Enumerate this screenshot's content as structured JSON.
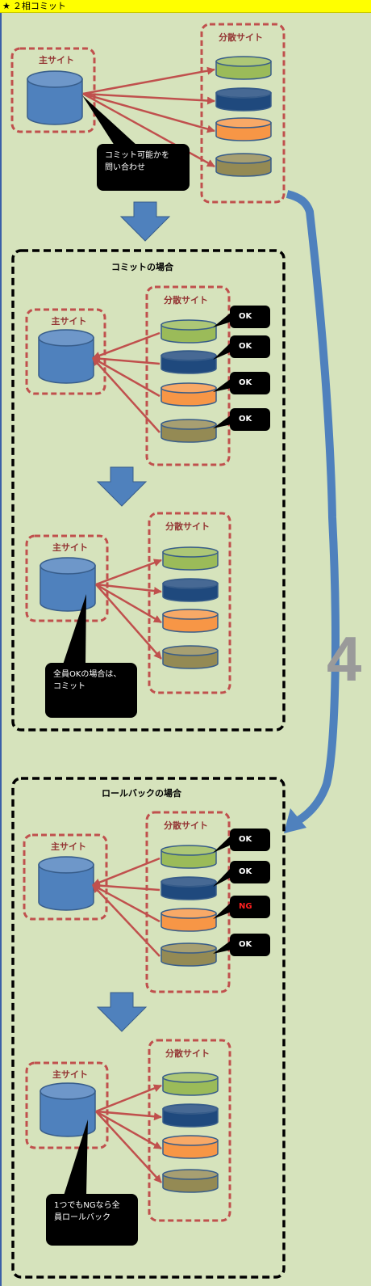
{
  "header": {
    "star": "★",
    "title": "２相コミット"
  },
  "labels": {
    "main_site": "主サイト",
    "distributed_sites": "分散サイト"
  },
  "top": {
    "callout": [
      "コミット可能かを",
      "問い合わせ"
    ]
  },
  "commit_case": {
    "title": "コミットの場合",
    "responses": [
      "OK",
      "OK",
      "OK",
      "OK"
    ],
    "callout": [
      "全員OKの場合は、",
      "コミット"
    ]
  },
  "rollback_case": {
    "title": "ロールバックの場合",
    "responses": [
      "OK",
      "OK",
      "NG",
      "OK"
    ],
    "callout": [
      "1つでもNGなら全",
      "員ロールバック"
    ]
  },
  "side_number": "4",
  "colors": {
    "background": "#d6e3bc",
    "header": "#ffff00",
    "db_main": "#4f81bd",
    "db_green": "#9bbb59",
    "db_navy": "#1f497d",
    "db_orange": "#f79646",
    "db_olive": "#948a54",
    "arrow": "#c0504d",
    "dashed_red": "#c0504d",
    "big_arrow": "#4f81bd",
    "ng_text": "#ff2020"
  }
}
